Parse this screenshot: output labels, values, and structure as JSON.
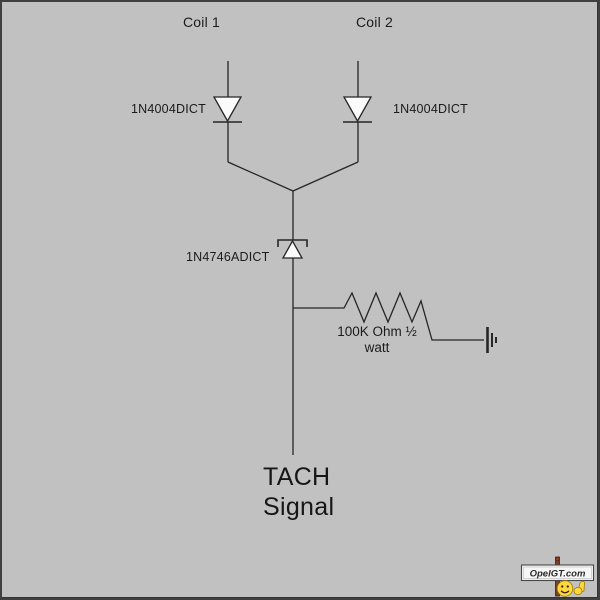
{
  "schematic": {
    "labels": {
      "coil1": "Coil 1",
      "coil2": "Coil 2",
      "diode1": "1N4004DICT",
      "diode2": "1N4004DICT",
      "zener": "1N4746ADICT",
      "resistor_value": "100K Ohm ½",
      "resistor_watt": "watt",
      "signal1": "TACH",
      "signal2": "Signal"
    },
    "symbols": {
      "diode1": "diode-icon",
      "diode2": "diode-icon",
      "zener": "zener-diode-icon",
      "resistor": "resistor-zigzag-icon",
      "ground": "ground-icon"
    }
  },
  "watermark": {
    "text": "OpelGT.com",
    "smiley": "thumbs-up-smiley-icon"
  },
  "colors": {
    "background": "#c1c1c1",
    "line": "#262626",
    "border": "#404040",
    "text": "#1b1b1b",
    "diode_fill": "#fbfbfb",
    "sign_bg": "#f6f6f6",
    "sign_border": "#474747",
    "smiley_yellow": "#ffd83d",
    "smiley_outline": "#9f7d00",
    "post_brown": "#7b4028"
  }
}
